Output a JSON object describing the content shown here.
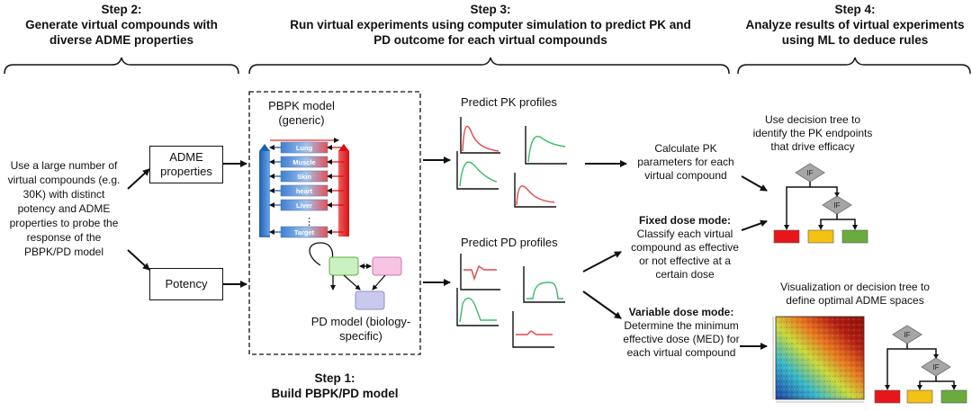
{
  "steps": {
    "step2": {
      "title": "Step 2:",
      "subtitle": "Generate virtual compounds with diverse ADME properties"
    },
    "step3": {
      "title": "Step 3:",
      "subtitle": "Run virtual experiments using computer simulation to predict PK and PD outcome for each virtual compounds"
    },
    "step4": {
      "title": "Step 4:",
      "subtitle": "Analyze results of virtual experiments using ML to deduce rules"
    },
    "step1": {
      "title": "Step 1:",
      "subtitle": "Build PBPK/PD model"
    }
  },
  "left_text": "Use a large number of virtual compounds (e.g. 30K) with distinct potency and ADME properties to probe the response of the PBPK/PD model",
  "adme_box": "ADME properties",
  "potency_box": "Potency",
  "pbpk_title": "PBPK model (generic)",
  "organs": [
    "Lung",
    "Muscle",
    "Skin",
    "heart",
    "Liver",
    "Target"
  ],
  "pd_model_label": "PD model (biology-specific)",
  "predict_pk_label": "Predict PK profiles",
  "predict_pd_label": "Predict PD profiles",
  "calc_pk_text": "Calculate PK parameters for each virtual compound",
  "fixed_dose": {
    "title": "Fixed dose mode:",
    "text": "Classify each virtual compound as effective or not effective at a certain dose"
  },
  "variable_dose": {
    "title": "Variable dose mode:",
    "text": "Determine the minimum effective dose (MED) for each virtual compound"
  },
  "decision_tree_text": "Use decision tree to identify the PK endpoints that drive efficacy",
  "viz_text": "Visualization or decision tree to define optimal ADME spaces",
  "if_label": "IF",
  "colors": {
    "red": "#e8161b",
    "yellow": "#f3c212",
    "green": "#6aab3e",
    "blue": "#2f6fbf",
    "pk_red": "#e5474a",
    "pk_green": "#3dbb6a",
    "pd_node_green": "#c9f1c2",
    "pd_node_pink": "#f7c4e4",
    "pd_node_purple": "#c9c9ee"
  }
}
